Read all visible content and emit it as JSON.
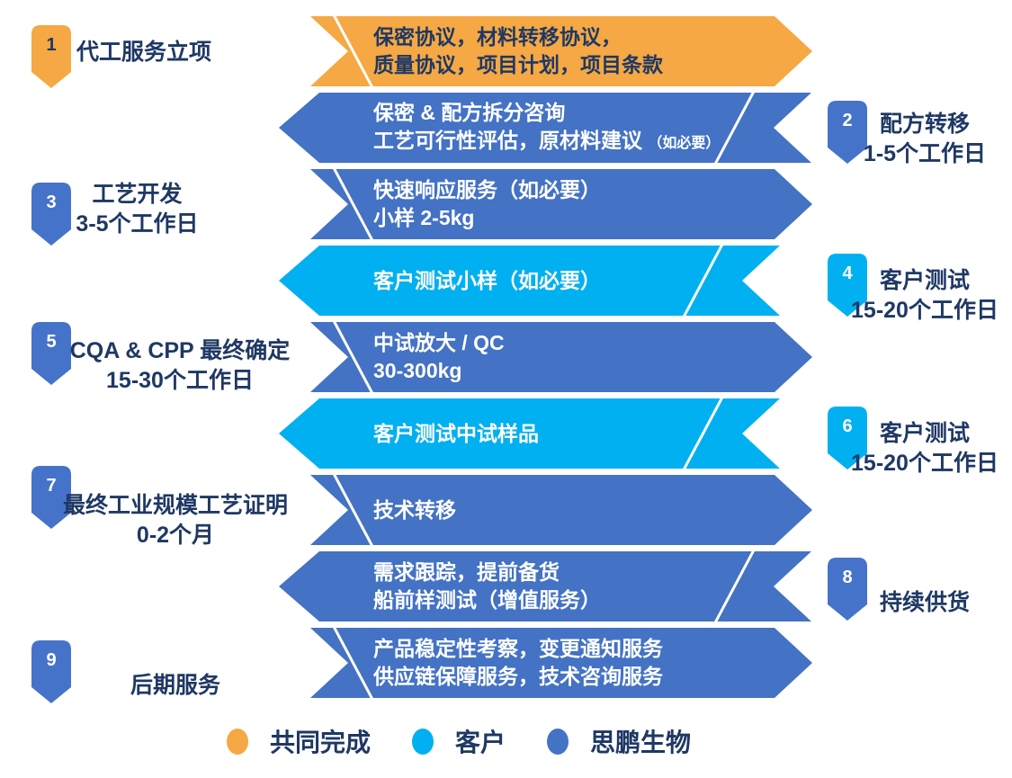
{
  "colors": {
    "orange": "#F5A843",
    "blue": "#4472C4",
    "cyan": "#00B0F0",
    "navy_text": "#1F3864"
  },
  "left_steps": [
    {
      "number": "1",
      "lines": [
        "代工服务立项",
        ""
      ]
    },
    {
      "number": "3",
      "lines": [
        "工艺开发",
        "3-5个工作日"
      ]
    },
    {
      "number": "5",
      "lines": [
        "CQA & CPP 最终确定",
        "15-30个工作日"
      ]
    },
    {
      "number": "7",
      "lines": [
        "最终工业规模工艺证明",
        "0-2个月"
      ]
    },
    {
      "number": "9",
      "lines": [
        "后期服务",
        ""
      ]
    }
  ],
  "right_steps": [
    {
      "number": "2",
      "lines": [
        "配方转移",
        "1-5个工作日"
      ]
    },
    {
      "number": "4",
      "lines": [
        "客户测试",
        "15-20个工作日"
      ]
    },
    {
      "number": "6",
      "lines": [
        "客户测试",
        "15-20个工作日"
      ]
    },
    {
      "number": "8",
      "lines": [
        "持续供货",
        ""
      ]
    }
  ],
  "banners": [
    {
      "line1": "保密协议，材料转移协议，",
      "line2": "质量协议，项目计划，项目条款"
    },
    {
      "line1": "保密 & 配方拆分咨询",
      "line2": "工艺可行性评估，原材料建议 ",
      "line2_small": "（如必要）"
    },
    {
      "line1": "快速响应服务（如必要）",
      "line2": "小样 2-5kg"
    },
    {
      "line1": "客户测试小样（如必要）",
      "line2": ""
    },
    {
      "line1": "中试放大 / QC",
      "line2": "30-300kg"
    },
    {
      "line1": "客户测试中试样品",
      "line2": ""
    },
    {
      "line1": "技术转移",
      "line2": ""
    },
    {
      "line1": "需求跟踪，提前备货",
      "line2": "船前样测试（增值服务）"
    },
    {
      "line1": "产品稳定性考察，变更通知服务",
      "line2": "供应链保障服务，技术咨询服务"
    }
  ],
  "legend": [
    {
      "label": "共同完成"
    },
    {
      "label": "客户"
    },
    {
      "label": "思鹏生物"
    }
  ]
}
